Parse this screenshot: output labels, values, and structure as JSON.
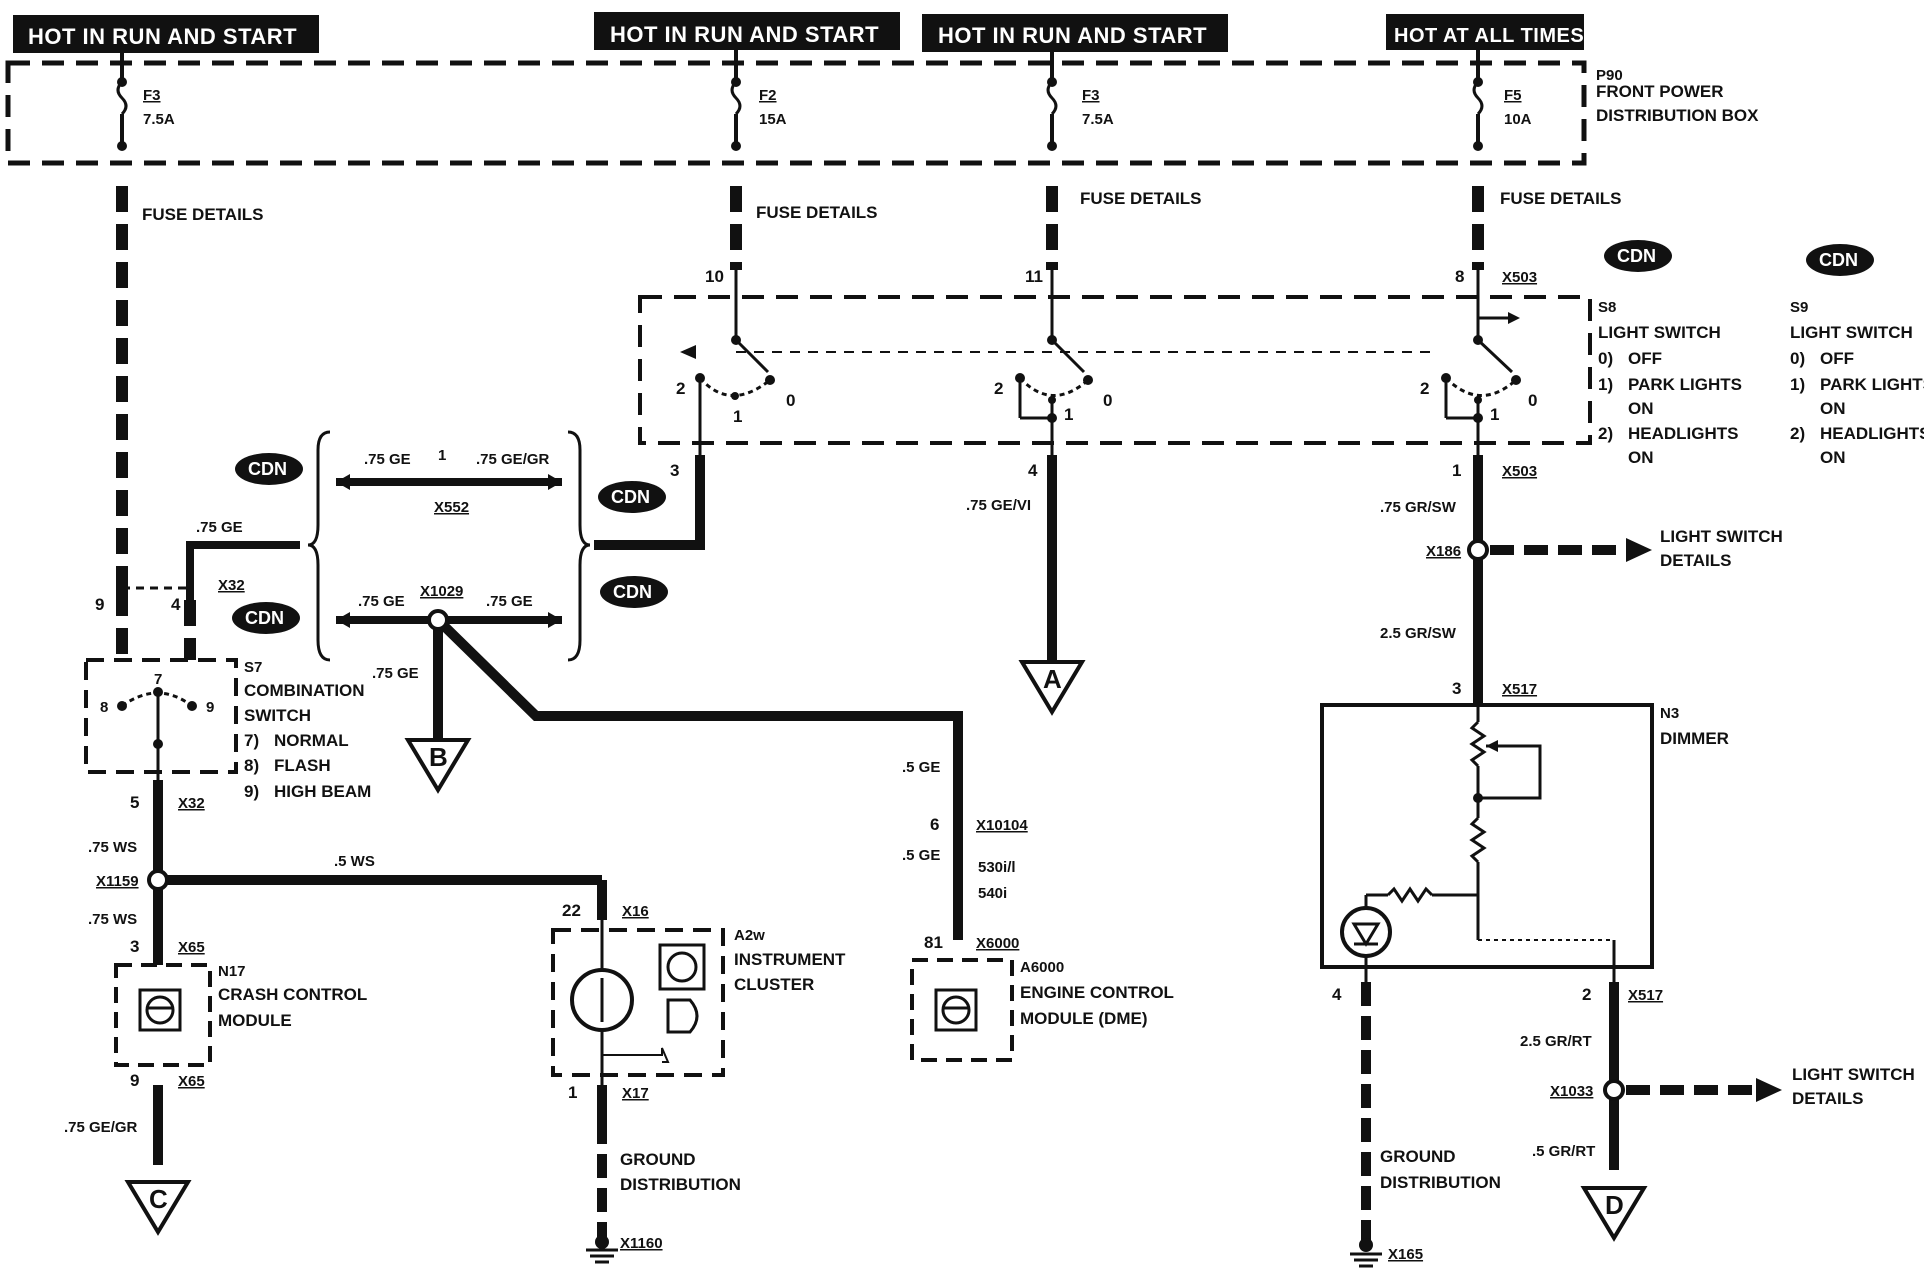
{
  "headers": [
    "HOT IN RUN AND START",
    "HOT IN RUN AND START",
    "HOT IN RUN AND START",
    "HOT AT ALL TIMES"
  ],
  "power_box": {
    "id": "P90",
    "name_line1": "FRONT POWER",
    "name_line2": "DISTRIBUTION BOX"
  },
  "fuses": [
    {
      "name": "F3",
      "rating": "7.5A"
    },
    {
      "name": "F2",
      "rating": "15A"
    },
    {
      "name": "F3",
      "rating": "7.5A"
    },
    {
      "name": "F5",
      "rating": "10A"
    }
  ],
  "fuse_details": "FUSE DETAILS",
  "cdn": "CDN",
  "light_switch_s8": {
    "id": "S8",
    "title": "LIGHT SWITCH",
    "pos0": "0)",
    "pos0_label": "OFF",
    "pos1": "1)",
    "pos1_label": "PARK LIGHTS",
    "pos1_label2": "ON",
    "pos2": "2)",
    "pos2_label": "HEADLIGHTS",
    "pos2_label2": "ON"
  },
  "light_switch_s9": {
    "id": "S9",
    "title": "LIGHT SWITCH",
    "pos0": "0)",
    "pos0_label": "OFF",
    "pos1": "1)",
    "pos1_label": "PARK LIGHTS",
    "pos1_label2": "ON",
    "pos2": "2)",
    "pos2_label": "HEADLIGHTS",
    "pos2_label2": "ON"
  },
  "switch_pins": {
    "p2": "2",
    "p1": "1",
    "p0": "0"
  },
  "pins": {
    "p10": "10",
    "p11": "11",
    "p8": "8",
    "x503a": "X503",
    "p3": "3",
    "p4": "4",
    "p1": "1",
    "x503b": "X503",
    "p9": "9",
    "p4b": "4",
    "x32a": "X32",
    "s7_7": "7",
    "s7_8": "8",
    "s7_9": "9",
    "p5": "5",
    "x32b": "X32",
    "p3b": "3",
    "x65a": "X65",
    "p9b": "9",
    "x65b": "X65",
    "p22": "22",
    "x16": "X16",
    "p1b": "1",
    "x17": "X17",
    "p6": "6",
    "x10104": "X10104",
    "p81": "81",
    "x6000": "X6000",
    "p3c": "3",
    "x517a": "X517",
    "p4c": "4",
    "p2": "2",
    "x517b": "X517"
  },
  "wires": {
    "w_75ge_a": ".75 GE",
    "w_75gegr": ".75 GE/GR",
    "x552": "X552",
    "one": "1",
    "w_75ge_b": ".75 GE",
    "x1029": "X1029",
    "w_75ge_c": ".75 GE",
    "w_75ge_d": ".75 GE",
    "w_75ge_top": ".75 GE",
    "w_75gevi": ".75 GE/VI",
    "w_75grsw": ".75 GR/SW",
    "x186": "X186",
    "w_25grsw": "2.5 GR/SW",
    "w_5ge_a": ".5 GE",
    "w_5ge_b": ".5 GE",
    "model_line1": "530i/l",
    "model_line2": "540i",
    "w_75ws_a": ".75 WS",
    "x1159": "X1159",
    "w_5ws": ".5 WS",
    "w_75ws_b": ".75 WS",
    "w_75gegr_b": ".75 GE/GR",
    "w_25grrt": "2.5 GR/RT",
    "x1033": "X1033",
    "w_5grrt": ".5 GR/RT"
  },
  "components": {
    "s7": {
      "id": "S7",
      "line1": "COMBINATION",
      "line2": "SWITCH",
      "n7": "7)",
      "n7_label": "NORMAL",
      "n8": "8)",
      "n8_label": "FLASH",
      "n9": "9)",
      "n9_label": "HIGH BEAM"
    },
    "n17": {
      "id": "N17",
      "line1": "CRASH CONTROL",
      "line2": "MODULE"
    },
    "a2w": {
      "id": "A2w",
      "line1": "INSTRUMENT",
      "line2": "CLUSTER"
    },
    "a6000": {
      "id": "A6000",
      "line1": "ENGINE CONTROL",
      "line2": "MODULE (DME)"
    },
    "n3": {
      "id": "N3",
      "line1": "DIMMER"
    }
  },
  "light_switch_details": {
    "line1": "LIGHT SWITCH",
    "line2": "DETAILS"
  },
  "ground": {
    "line1": "GROUND",
    "line2": "DISTRIBUTION",
    "x1160": "X1160",
    "x165": "X165"
  },
  "connectors": {
    "a": "A",
    "b": "B",
    "c": "C",
    "d": "D"
  }
}
